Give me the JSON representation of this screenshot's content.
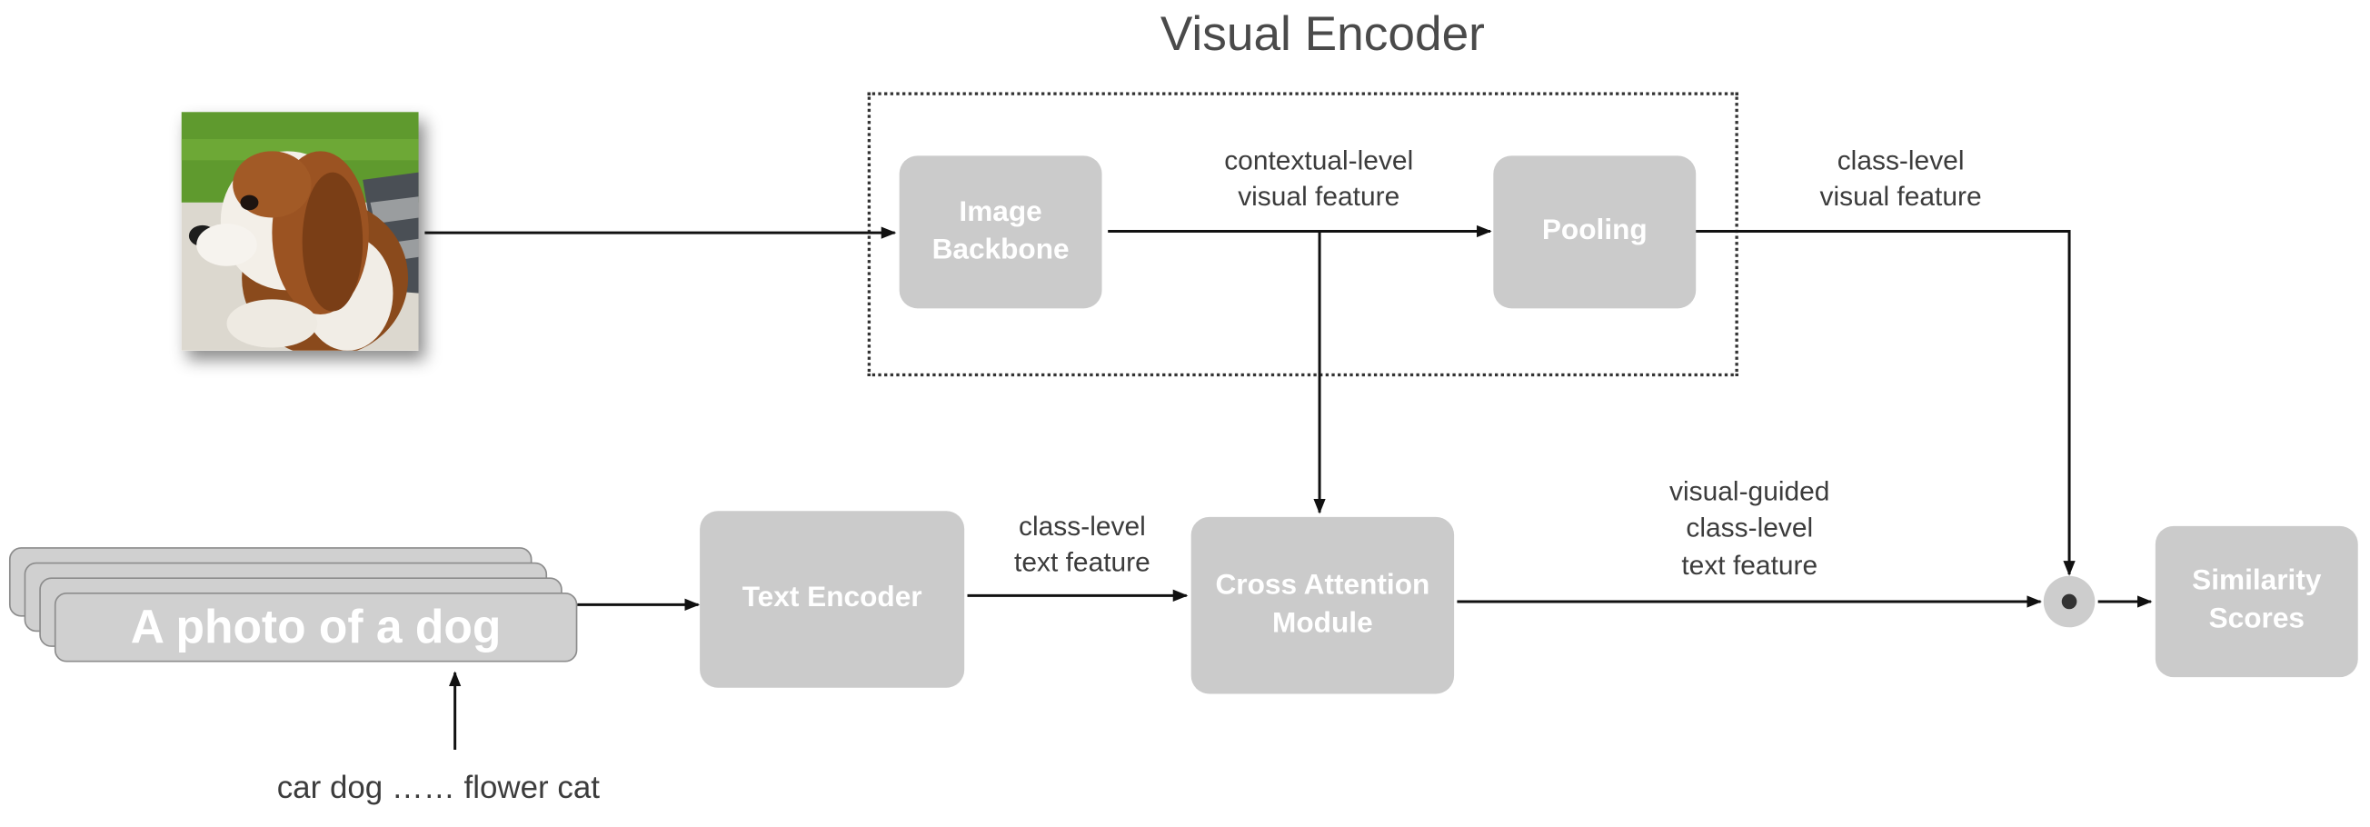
{
  "title": "Visual Encoder",
  "nodes": {
    "image_backbone": "Image\nBackbone",
    "pooling": "Pooling",
    "text_encoder": "Text Encoder",
    "cross_attention": "Cross Attention\nModule",
    "similarity": "Similarity\nScores"
  },
  "edge_labels": {
    "contextual": "contextual-level\nvisual feature",
    "class_visual": "class-level\nvisual feature",
    "class_text": "class-level\ntext feature",
    "guided": "visual-guided\nclass-level\ntext feature"
  },
  "prompt_card": "A photo of a dog",
  "class_names": "car dog …… flower cat",
  "icons": {
    "dot_product": "dot-product-operator-icon",
    "input_photo": "dog-photo-image"
  },
  "colors": {
    "node_fill": "#cbcbcb",
    "node_text": "#ffffff",
    "line": "#111111",
    "frame": "#333333"
  }
}
